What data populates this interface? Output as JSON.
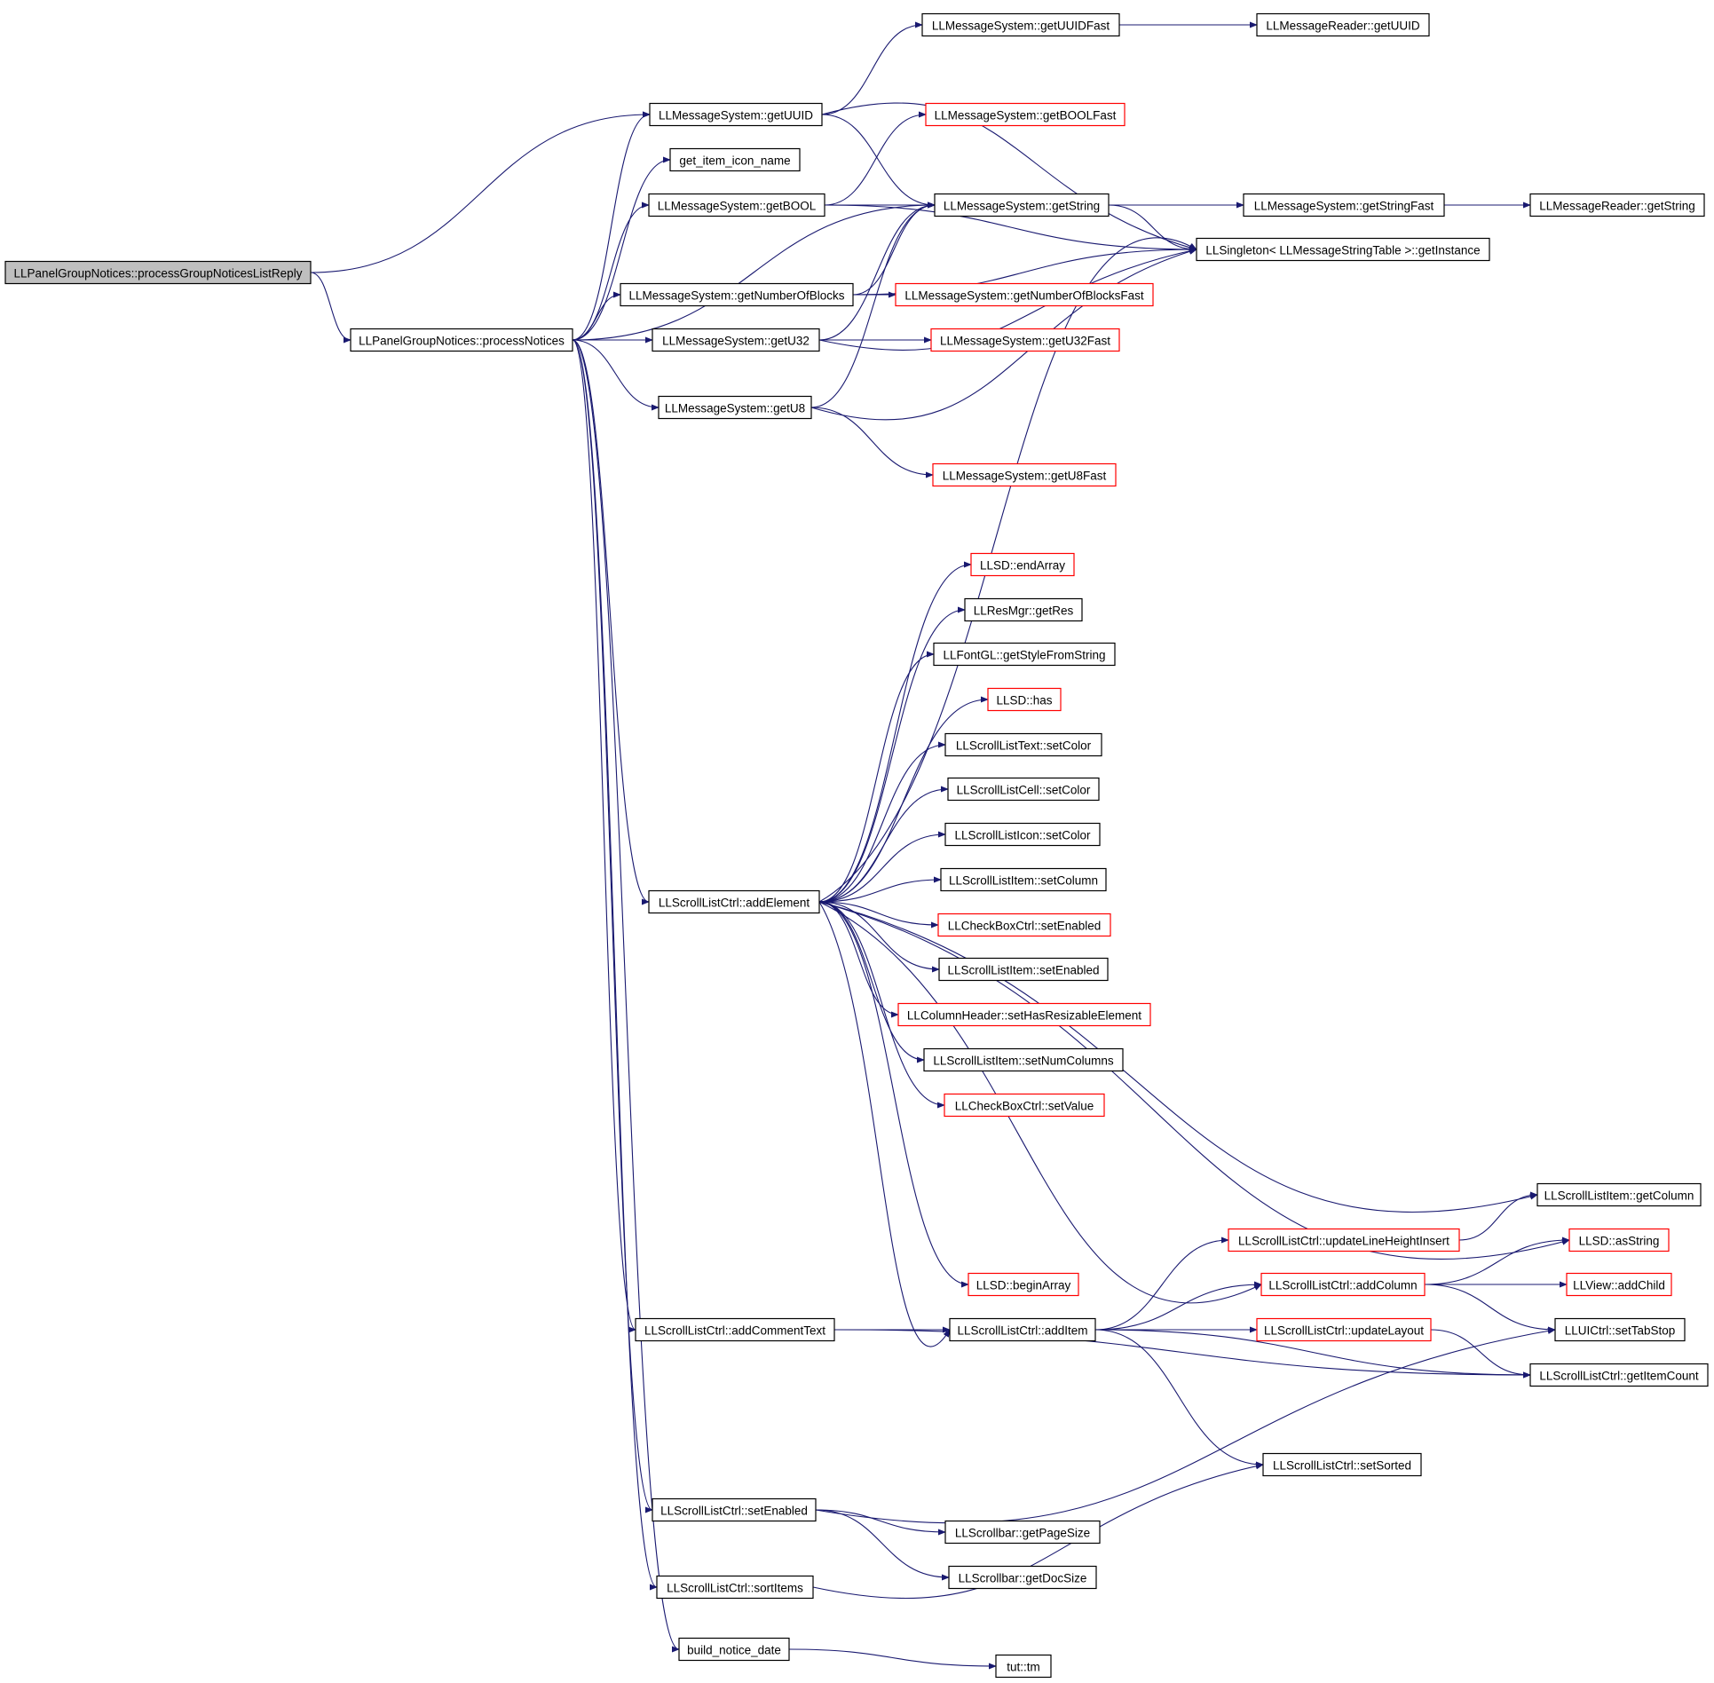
{
  "colors": {
    "edge": "#191970",
    "box_border": "#000000",
    "box_border_incomplete": "#ff0000",
    "root_fill": "#bfbfbf"
  },
  "nodes": [
    {
      "id": "root",
      "label": "LLPanelGroupNotices::processGroupNoticesListReply",
      "style": "root"
    },
    {
      "id": "processNotices",
      "label": "LLPanelGroupNotices::processNotices",
      "style": "normal"
    },
    {
      "id": "getUUIDFast",
      "label": "LLMessageSystem::getUUIDFast",
      "style": "normal"
    },
    {
      "id": "mrGetUUID",
      "label": "LLMessageReader::getUUID",
      "style": "normal"
    },
    {
      "id": "getUUID",
      "label": "LLMessageSystem::getUUID",
      "style": "normal"
    },
    {
      "id": "getBOOLFast",
      "label": "LLMessageSystem::getBOOLFast",
      "style": "red"
    },
    {
      "id": "iconName",
      "label": "get_item_icon_name",
      "style": "normal"
    },
    {
      "id": "getBOOL",
      "label": "LLMessageSystem::getBOOL",
      "style": "normal"
    },
    {
      "id": "getString",
      "label": "LLMessageSystem::getString",
      "style": "normal"
    },
    {
      "id": "getStringFast",
      "label": "LLMessageSystem::getStringFast",
      "style": "normal"
    },
    {
      "id": "mrGetString",
      "label": "LLMessageReader::getString",
      "style": "normal"
    },
    {
      "id": "singleton",
      "label": "LLSingleton< LLMessageStringTable >::getInstance",
      "style": "normal"
    },
    {
      "id": "getNumBlocks",
      "label": "LLMessageSystem::getNumberOfBlocks",
      "style": "normal"
    },
    {
      "id": "getNumBlocksFast",
      "label": "LLMessageSystem::getNumberOfBlocksFast",
      "style": "red"
    },
    {
      "id": "getU32",
      "label": "LLMessageSystem::getU32",
      "style": "normal"
    },
    {
      "id": "getU32Fast",
      "label": "LLMessageSystem::getU32Fast",
      "style": "red"
    },
    {
      "id": "getU8",
      "label": "LLMessageSystem::getU8",
      "style": "normal"
    },
    {
      "id": "getU8Fast",
      "label": "LLMessageSystem::getU8Fast",
      "style": "red"
    },
    {
      "id": "endArray",
      "label": "LLSD::endArray",
      "style": "red"
    },
    {
      "id": "getRes",
      "label": "LLResMgr::getRes",
      "style": "normal"
    },
    {
      "id": "styleFromString",
      "label": "LLFontGL::getStyleFromString",
      "style": "normal"
    },
    {
      "id": "sdHas",
      "label": "LLSD::has",
      "style": "red"
    },
    {
      "id": "textSetColor",
      "label": "LLScrollListText::setColor",
      "style": "normal"
    },
    {
      "id": "cellSetColor",
      "label": "LLScrollListCell::setColor",
      "style": "normal"
    },
    {
      "id": "iconSetColor",
      "label": "LLScrollListIcon::setColor",
      "style": "normal"
    },
    {
      "id": "itemSetColumn",
      "label": "LLScrollListItem::setColumn",
      "style": "normal"
    },
    {
      "id": "addElement",
      "label": "LLScrollListCtrl::addElement",
      "style": "normal"
    },
    {
      "id": "cbSetEnabled",
      "label": "LLCheckBoxCtrl::setEnabled",
      "style": "red"
    },
    {
      "id": "itemSetEnabled",
      "label": "LLScrollListItem::setEnabled",
      "style": "normal"
    },
    {
      "id": "hasResizable",
      "label": "LLColumnHeader::setHasResizableElement",
      "style": "red"
    },
    {
      "id": "setNumColumns",
      "label": "LLScrollListItem::setNumColumns",
      "style": "normal"
    },
    {
      "id": "cbSetValue",
      "label": "LLCheckBoxCtrl::setValue",
      "style": "red"
    },
    {
      "id": "itemGetColumn",
      "label": "LLScrollListItem::getColumn",
      "style": "normal"
    },
    {
      "id": "updLineHeight",
      "label": "LLScrollListCtrl::updateLineHeightInsert",
      "style": "red"
    },
    {
      "id": "asString",
      "label": "LLSD::asString",
      "style": "red"
    },
    {
      "id": "beginArray",
      "label": "LLSD::beginArray",
      "style": "red"
    },
    {
      "id": "addColumn",
      "label": "LLScrollListCtrl::addColumn",
      "style": "red"
    },
    {
      "id": "addChild",
      "label": "LLView::addChild",
      "style": "red"
    },
    {
      "id": "addCommentText",
      "label": "LLScrollListCtrl::addCommentText",
      "style": "normal"
    },
    {
      "id": "addItem",
      "label": "LLScrollListCtrl::addItem",
      "style": "normal"
    },
    {
      "id": "updateLayout",
      "label": "LLScrollListCtrl::updateLayout",
      "style": "red"
    },
    {
      "id": "setTabStop",
      "label": "LLUICtrl::setTabStop",
      "style": "normal"
    },
    {
      "id": "getItemCount",
      "label": "LLScrollListCtrl::getItemCount",
      "style": "normal"
    },
    {
      "id": "setSorted",
      "label": "LLScrollListCtrl::setSorted",
      "style": "normal"
    },
    {
      "id": "ctrlSetEnabled",
      "label": "LLScrollListCtrl::setEnabled",
      "style": "normal"
    },
    {
      "id": "getPageSize",
      "label": "LLScrollbar::getPageSize",
      "style": "normal"
    },
    {
      "id": "getDocSize",
      "label": "LLScrollbar::getDocSize",
      "style": "normal"
    },
    {
      "id": "sortItems",
      "label": "LLScrollListCtrl::sortItems",
      "style": "normal"
    },
    {
      "id": "noticeDate",
      "label": "build_notice_date",
      "style": "normal"
    },
    {
      "id": "tutTm",
      "label": "tut::tm",
      "style": "normal"
    }
  ]
}
